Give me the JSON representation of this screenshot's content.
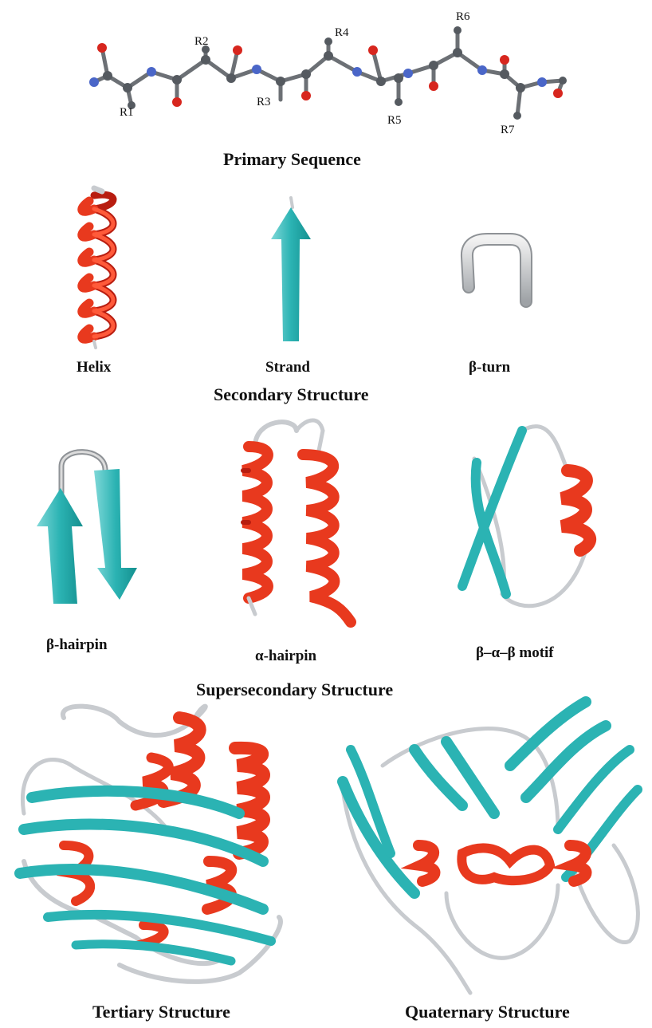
{
  "primary": {
    "title": "Primary Sequence",
    "residues": [
      "R1",
      "R2",
      "R3",
      "R4",
      "R5",
      "R6",
      "R7"
    ]
  },
  "secondary": {
    "title": "Secondary Structure",
    "items": [
      "Helix",
      "Strand",
      "β-turn"
    ]
  },
  "supersecondary": {
    "title": "Supersecondary Structure",
    "items": [
      "β-hairpin",
      "α-hairpin",
      "β–α–β motif"
    ]
  },
  "tertiary": {
    "title": "Tertiary Structure"
  },
  "quaternary": {
    "title": "Quaternary Structure"
  },
  "colors": {
    "helix": "#e8391e",
    "strand": "#2bb3b3",
    "coil": "#c8cbcf",
    "carbon": "#555a60",
    "oxygen": "#d7261e",
    "nitrogen": "#4a66c8"
  }
}
